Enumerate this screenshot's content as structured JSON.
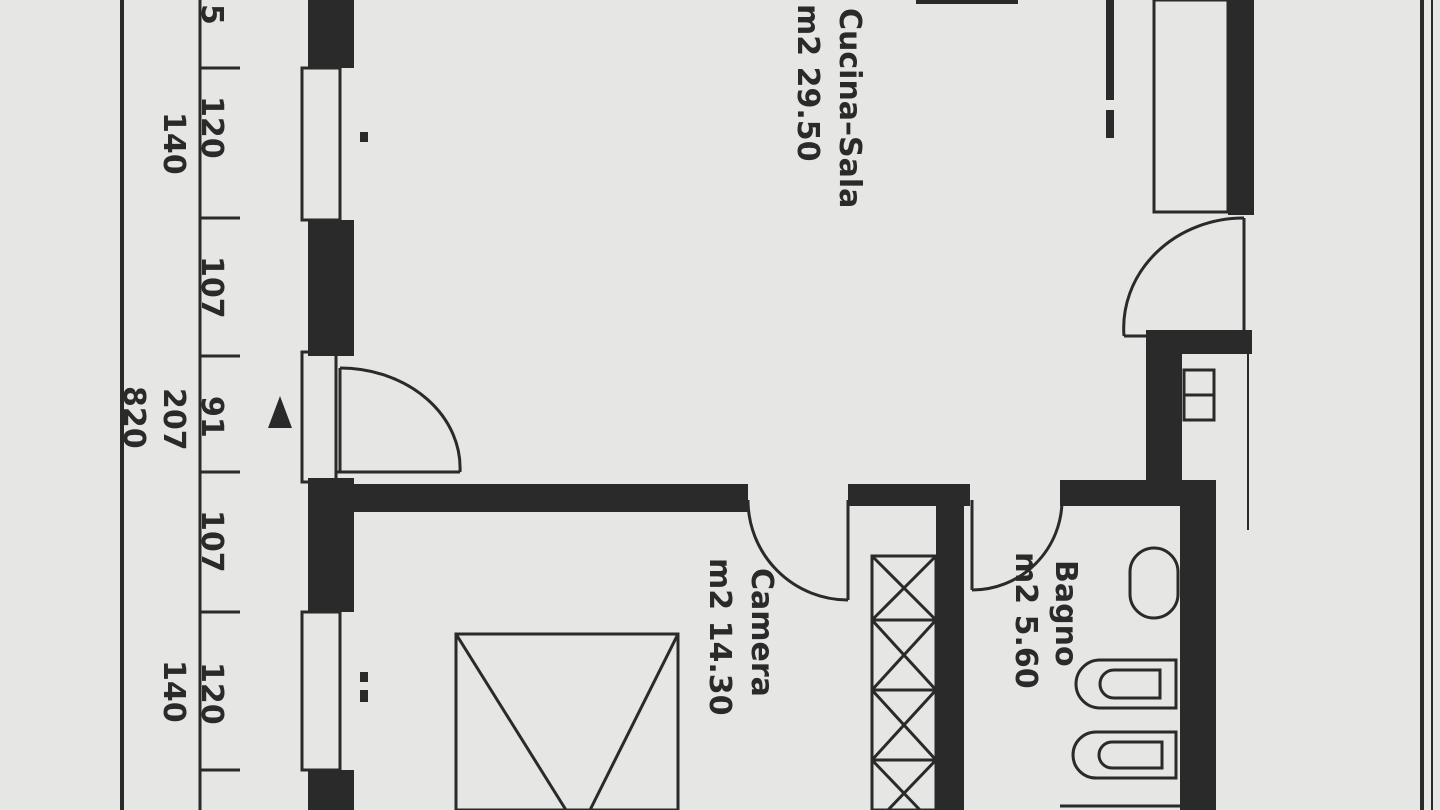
{
  "rooms": {
    "cucina": {
      "name": "Cucina–Sala",
      "area": "m2 29.50"
    },
    "camera": {
      "name": "Camera",
      "area": "m2 14.30"
    },
    "bagno": {
      "name": "Bagno",
      "area": "m2 5.60"
    }
  },
  "dimensions": {
    "chain": [
      "5",
      "120",
      "107",
      "91",
      "107",
      "120"
    ],
    "sill": [
      "140",
      "207",
      "140"
    ],
    "total": "820"
  },
  "colors": {
    "ink": "#2a2a2a",
    "paper": "#e6e6e4"
  }
}
